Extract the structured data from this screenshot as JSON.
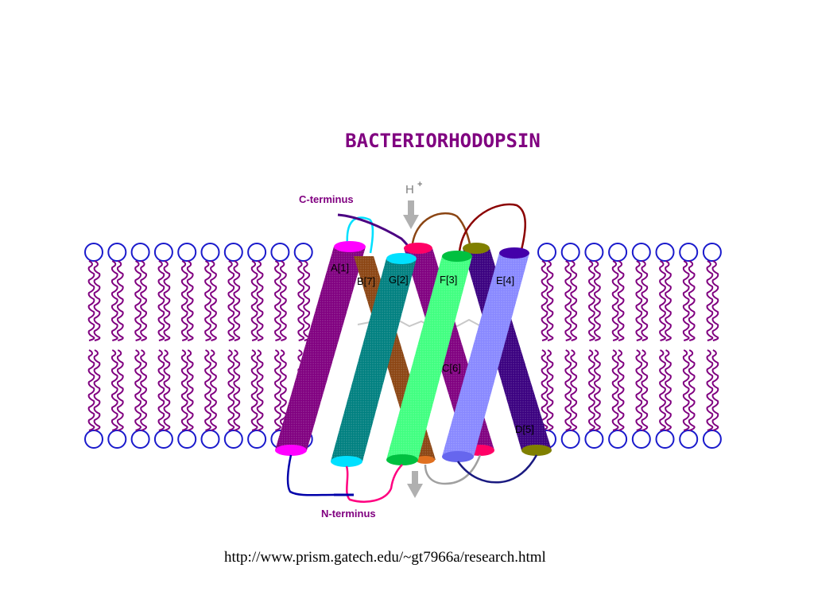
{
  "title": "BACTERIORHODOPSIN",
  "labels": {
    "proton": "H",
    "proton_charge": "+",
    "c_terminus": "C-terminus",
    "n_terminus": "N-terminus"
  },
  "helices": [
    {
      "id": "A",
      "label": "A[1]",
      "color": "#800080",
      "cap": "#ff00ff"
    },
    {
      "id": "B",
      "label": "B[7]",
      "color": "#8b4513",
      "cap": "#e07020"
    },
    {
      "id": "G",
      "label": "G[2]",
      "color": "#008080",
      "cap": "#00e0ff"
    },
    {
      "id": "F",
      "label": "F[3]",
      "color": "#40ff80",
      "cap": "#00c040"
    },
    {
      "id": "C",
      "label": "C[6]",
      "color": "#800080",
      "cap": "#ff0066"
    },
    {
      "id": "E",
      "label": "E[4]",
      "color": "#8888ff",
      "cap": "#4444aa"
    },
    {
      "id": "D",
      "label": "D[5]",
      "color": "#3a0080",
      "cap": "#808000"
    }
  ],
  "colors": {
    "title": "#800080",
    "lipid_head": "#1a1acc",
    "lipid_tail": "#800080",
    "arrow": "#b0b0b0"
  },
  "source_url": "http://www.prism.gatech.edu/~gt7966a/research.html"
}
